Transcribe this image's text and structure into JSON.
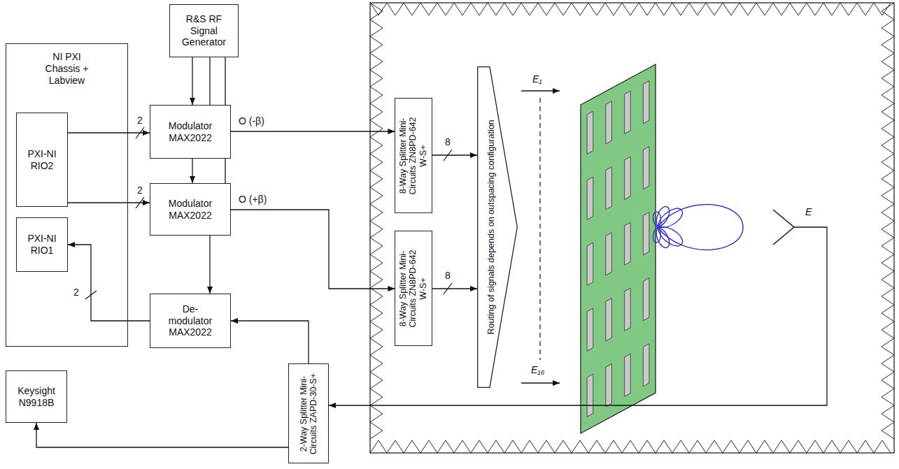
{
  "diagram": {
    "nodes": [
      {
        "text": [
          "NI PXI Chassis + Labview"
        ]
      },
      {
        "text": [
          "PXI-NI RIO2"
        ],
        "in": 0
      },
      {
        "text": [
          "PXI-NI RIO1"
        ],
        "in": 0
      },
      {
        "text": [
          "R&S RF Signal Generator"
        ]
      },
      {
        "text": [
          "Modulator MAX2022"
        ]
      },
      {
        "text": [
          "Modulator MAX2022"
        ]
      },
      {
        "text": [
          "De-modulator MAX2022"
        ]
      },
      {
        "text": [
          "Keysight N9918B"
        ]
      },
      {
        "text": [
          "2-Way Splitter Mini-Circuits ZAPD-30-S+"
        ]
      },
      {
        "text": [
          "8-Way Splitter Mini-Circuits ZN8PD-642 W-S+"
        ]
      },
      {
        "text": [
          "8-Way Splitter Mini-Circuits ZN8PD-642 W-S+"
        ]
      },
      {
        "text": [
          "Routing of signals depends on outspacing configuration"
        ]
      }
    ],
    "edges": [
      {
        "from": 3,
        "to": 4,
        "arrow": "to"
      },
      {
        "from": 3,
        "to": 4,
        "arrow": "none"
      },
      {
        "from": 3,
        "to": 4,
        "arrow": "none"
      },
      {
        "from": 1,
        "to": 4,
        "arrow": "to"
      },
      {
        "from": 1,
        "to": 5,
        "arrow": "to"
      },
      {
        "from": 4,
        "to": 5,
        "arrow": "to"
      },
      {
        "from": 4,
        "to": 5,
        "arrow": "none"
      },
      {
        "from": 5,
        "to": 6,
        "arrow": "to"
      },
      {
        "from": 4,
        "to": 9,
        "label": "O (-β)",
        "arrow": "to"
      },
      {
        "from": 5,
        "to": 10,
        "label": "O (+β)",
        "arrow": "to"
      },
      {
        "from": 9,
        "to": 11,
        "arrow": "to"
      },
      {
        "from": 10,
        "to": 11,
        "arrow": "to"
      },
      {
        "from": 8,
        "to": 6,
        "arrow": "to"
      },
      {
        "from": 6,
        "to": 2,
        "arrow": "to"
      },
      {
        "from": 8,
        "to": 7,
        "arrow": "to"
      }
    ],
    "labels": [
      "2",
      "2",
      "2",
      "8",
      "8",
      "E₁",
      "E₁₆",
      "E"
    ]
  }
}
